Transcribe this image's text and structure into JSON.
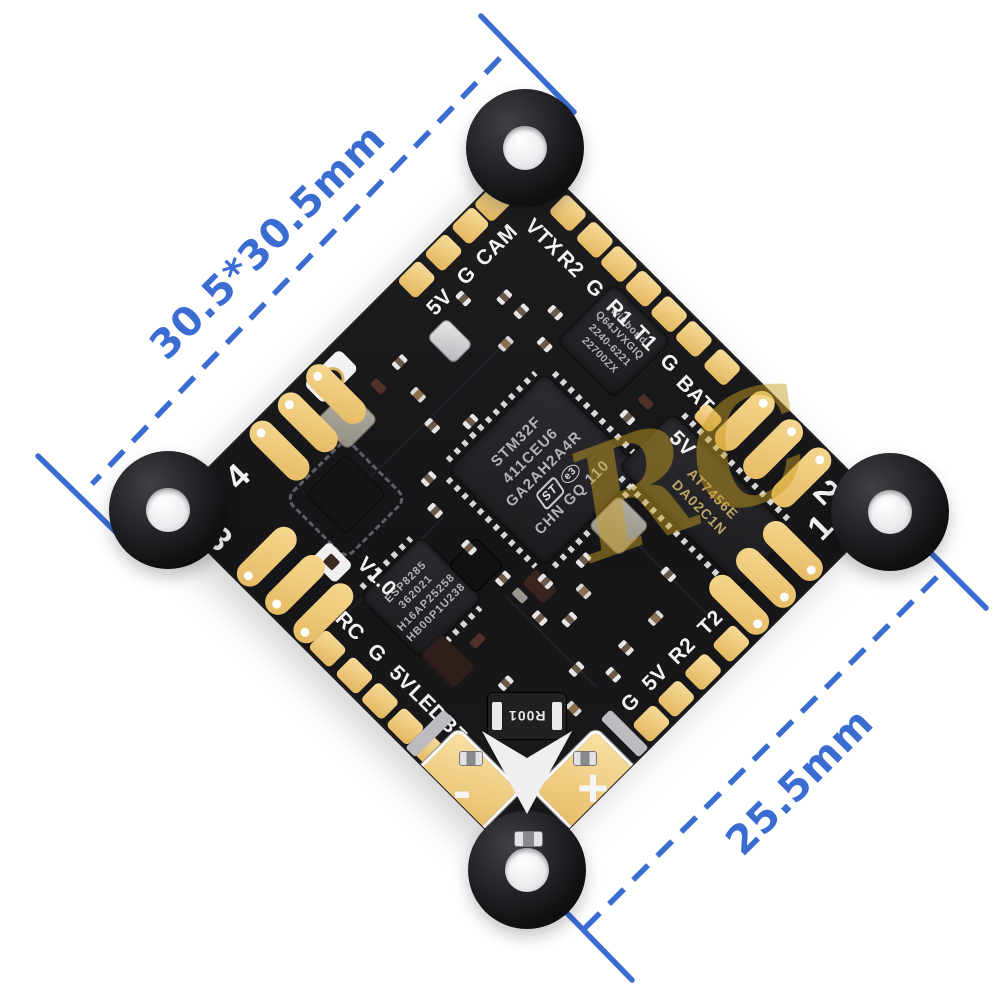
{
  "annotations": {
    "dim_diagonal_label": "30.5*30.5mm",
    "dim_side_label": "25.5mm"
  },
  "board": {
    "version": "V1.0",
    "motors": {
      "m1": "1",
      "m2": "2",
      "m3": "3",
      "m4": "4"
    },
    "edges": {
      "top_left": [
        "5V",
        "G",
        "CAM"
      ],
      "top_right": [
        "VTX",
        "R2",
        "G",
        "R1",
        "T1",
        "G",
        "BAT",
        "5V"
      ],
      "bottom_right": [
        "T2",
        "R2",
        "5V",
        "G"
      ],
      "bottom_left": [
        "RC",
        "G",
        "5V",
        "LED",
        "BZ"
      ]
    },
    "power": {
      "plus": "+",
      "minus": "-",
      "shunt": "R001"
    },
    "chips": {
      "mcu": {
        "logo": "ST",
        "emark": "e3",
        "lines": [
          "STM32F",
          "411CEU6",
          "GA2AH2A4R",
          "CHN GQ 110"
        ]
      },
      "wifi": {
        "lines": [
          "ESP8285",
          "362021",
          "H16AP25258",
          "HB00P1U238"
        ]
      },
      "flash": {
        "lines": [
          "winbond",
          "Q64JVXGIQ",
          "2240-6221",
          "22700ZX"
        ]
      },
      "osd": {
        "lines": [
          "AT7456E",
          "DA02C1N"
        ]
      }
    },
    "watermark": "RC"
  },
  "colors": {
    "dimension_blue": "#3a6cd1",
    "board_black": "#1a1a1d",
    "pad_gold": "#ecc36e",
    "silkscreen": "#f2f2f2"
  }
}
